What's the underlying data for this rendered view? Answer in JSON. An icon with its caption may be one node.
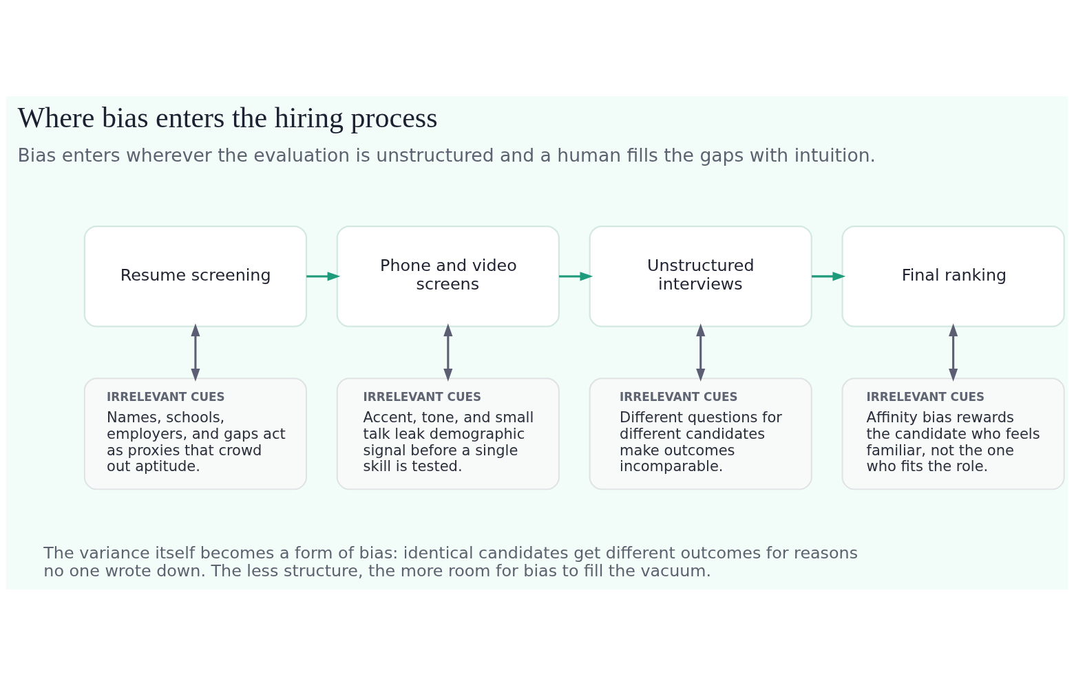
{
  "diagram": {
    "title": "Where bias enters the hiring process",
    "caption": "The variance itself becomes a form of bias: identical candidates get different outcomes for reasons no one wrote down. The less structure, the more room for bias to fill the vacuum.",
    "nodes": [
      {
        "text": [
          "Resume screening"
        ]
      },
      {
        "text": [
          "Phone and video screens"
        ]
      },
      {
        "text": [
          "Unstructured interviews"
        ]
      },
      {
        "text": [
          "Final ranking"
        ]
      },
      {
        "text": [
          "IRRELEVANT CUES",
          "Names, schools, employers, and gaps act as proxies that crowd out aptitude."
        ]
      },
      {
        "text": [
          "IRRELEVANT CUES",
          "Accent, tone, and small talk leak demographic signal before a single skill is tested."
        ]
      },
      {
        "text": [
          "IRRELEVANT CUES",
          "Different questions for different candidates make outcomes incomparable."
        ]
      },
      {
        "text": [
          "IRRELEVANT CUES",
          "Affinity bias rewards the candidate who feels familiar, not the one who fits the role."
        ]
      }
    ],
    "edges": [
      {
        "from": 0,
        "to": 1,
        "arrow": "to",
        "color": "#1e9b7b"
      },
      {
        "from": 1,
        "to": 2,
        "arrow": "to",
        "color": "#1e9b7b"
      },
      {
        "from": 2,
        "to": 3,
        "arrow": "to",
        "color": "#1e9b7b"
      },
      {
        "from": 0,
        "to": 4,
        "arrow": "both"
      },
      {
        "from": 1,
        "to": 5,
        "arrow": "both"
      },
      {
        "from": 2,
        "to": 6,
        "arrow": "both"
      },
      {
        "from": 3,
        "to": 7,
        "arrow": "both"
      }
    ],
    "labels": [
      "Bias enters wherever the evaluation is unstructured and a human fills the gaps with intuition."
    ]
  }
}
